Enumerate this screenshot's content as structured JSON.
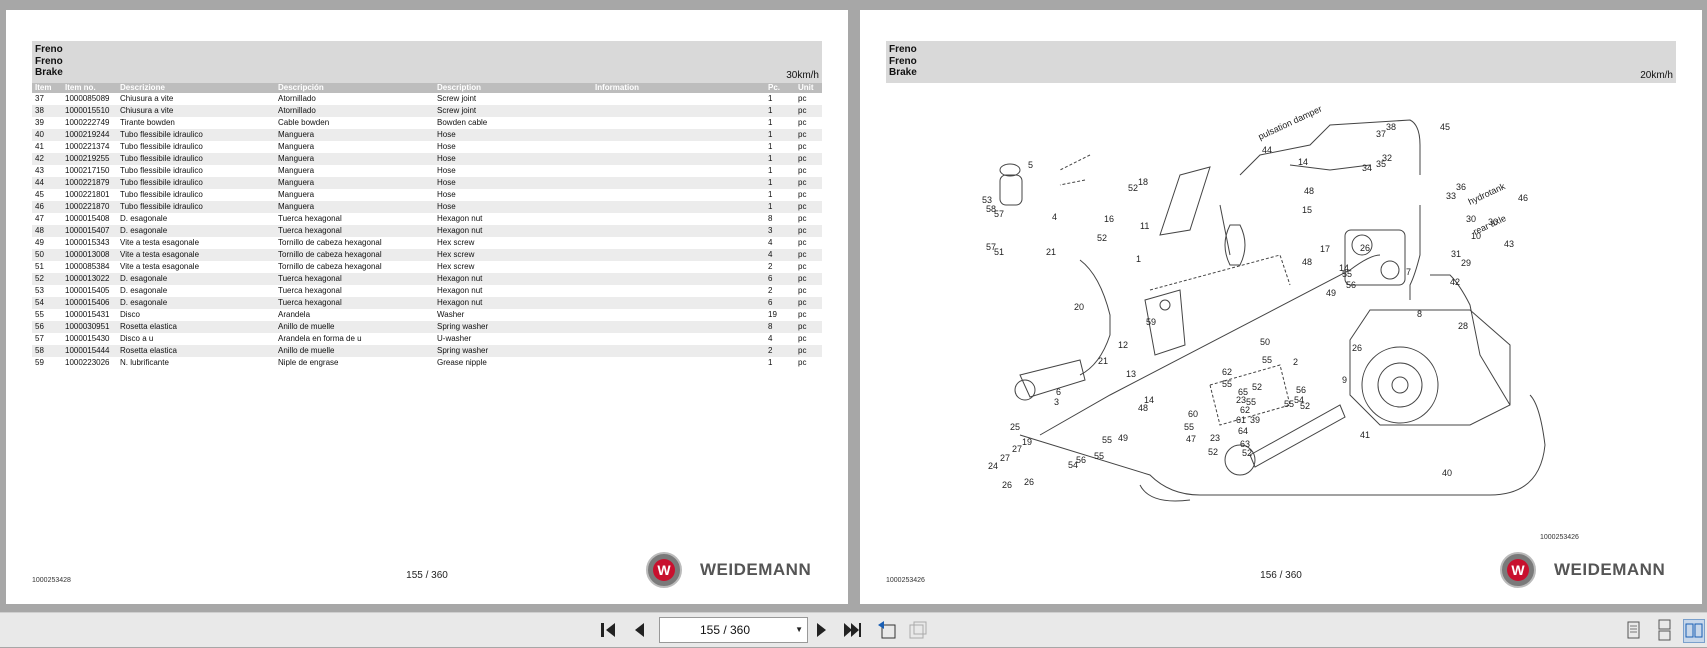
{
  "left_page": {
    "header": [
      "Freno",
      "Freno",
      "Brake"
    ],
    "speed": "30km/h",
    "columns": [
      "Item",
      "Item no.",
      "Descrizione",
      "Descripción",
      "Description",
      "Information",
      "Pc.",
      "Unit"
    ],
    "rows": [
      [
        "37",
        "1000085089",
        "Chiusura a vite",
        "Atornillado",
        "Screw joint",
        "",
        "1",
        "pc"
      ],
      [
        "38",
        "1000015510",
        "Chiusura a vite",
        "Atornillado",
        "Screw joint",
        "",
        "1",
        "pc"
      ],
      [
        "39",
        "1000222749",
        "Tirante bowden",
        "Cable bowden",
        "Bowden cable",
        "",
        "1",
        "pc"
      ],
      [
        "40",
        "1000219244",
        "Tubo flessibile idraulico",
        "Manguera",
        "Hose",
        "",
        "1",
        "pc"
      ],
      [
        "41",
        "1000221374",
        "Tubo flessibile idraulico",
        "Manguera",
        "Hose",
        "",
        "1",
        "pc"
      ],
      [
        "42",
        "1000219255",
        "Tubo flessibile idraulico",
        "Manguera",
        "Hose",
        "",
        "1",
        "pc"
      ],
      [
        "43",
        "1000217150",
        "Tubo flessibile idraulico",
        "Manguera",
        "Hose",
        "",
        "1",
        "pc"
      ],
      [
        "44",
        "1000221879",
        "Tubo flessibile idraulico",
        "Manguera",
        "Hose",
        "",
        "1",
        "pc"
      ],
      [
        "45",
        "1000221801",
        "Tubo flessibile idraulico",
        "Manguera",
        "Hose",
        "",
        "1",
        "pc"
      ],
      [
        "46",
        "1000221870",
        "Tubo flessibile idraulico",
        "Manguera",
        "Hose",
        "",
        "1",
        "pc"
      ],
      [
        "47",
        "1000015408",
        "D. esagonale",
        "Tuerca hexagonal",
        "Hexagon nut",
        "",
        "8",
        "pc"
      ],
      [
        "48",
        "1000015407",
        "D. esagonale",
        "Tuerca hexagonal",
        "Hexagon nut",
        "",
        "3",
        "pc"
      ],
      [
        "49",
        "1000015343",
        "Vite a testa esagonale",
        "Tornillo de cabeza hexagonal",
        "Hex screw",
        "",
        "4",
        "pc"
      ],
      [
        "50",
        "1000013008",
        "Vite a testa esagonale",
        "Tornillo de cabeza hexagonal",
        "Hex screw",
        "",
        "4",
        "pc"
      ],
      [
        "51",
        "1000085384",
        "Vite a testa esagonale",
        "Tornillo de cabeza hexagonal",
        "Hex screw",
        "",
        "2",
        "pc"
      ],
      [
        "52",
        "1000013022",
        "D. esagonale",
        "Tuerca hexagonal",
        "Hexagon nut",
        "",
        "6",
        "pc"
      ],
      [
        "53",
        "1000015405",
        "D. esagonale",
        "Tuerca hexagonal",
        "Hexagon nut",
        "",
        "2",
        "pc"
      ],
      [
        "54",
        "1000015406",
        "D. esagonale",
        "Tuerca hexagonal",
        "Hexagon nut",
        "",
        "6",
        "pc"
      ],
      [
        "55",
        "1000015431",
        "Disco",
        "Arandela",
        "Washer",
        "",
        "19",
        "pc"
      ],
      [
        "56",
        "1000030951",
        "Rosetta elastica",
        "Anillo de muelle",
        "Spring washer",
        "",
        "8",
        "pc"
      ],
      [
        "57",
        "1000015430",
        "Disco a u",
        "Arandela en forma de u",
        "U-washer",
        "",
        "4",
        "pc"
      ],
      [
        "58",
        "1000015444",
        "Rosetta elastica",
        "Anillo de muelle",
        "Spring washer",
        "",
        "2",
        "pc"
      ],
      [
        "59",
        "1000223026",
        "N. lubrificante",
        "Niple de engrase",
        "Grease nipple",
        "",
        "1",
        "pc"
      ]
    ],
    "doc_no": "1000253428",
    "page_num": "155 / 360",
    "logo_text": "WEIDEMANN"
  },
  "right_page": {
    "header": [
      "Freno",
      "Freno",
      "Brake"
    ],
    "speed": "20km/h",
    "diagram_doc_no": "1000253426",
    "doc_no": "1000253426",
    "page_num": "156 / 360",
    "logo_text": "WEIDEMANN",
    "callouts": [
      "5",
      "53",
      "58",
      "57",
      "4",
      "57",
      "51",
      "21",
      "52",
      "16",
      "52",
      "18",
      "11",
      "1",
      "59",
      "20",
      "12",
      "13",
      "6",
      "21",
      "3",
      "25",
      "27",
      "19",
      "24",
      "27",
      "26",
      "26",
      "54",
      "56",
      "55",
      "55",
      "49",
      "48",
      "14",
      "44",
      "38",
      "37",
      "45",
      "32",
      "34",
      "35",
      "14",
      "48",
      "15",
      "17",
      "48",
      "55",
      "56",
      "49",
      "14",
      "33",
      "36",
      "30",
      "10",
      "31",
      "29",
      "30",
      "43",
      "46",
      "26",
      "7",
      "42",
      "8",
      "28",
      "26",
      "50",
      "55",
      "2",
      "62",
      "52",
      "55",
      "65",
      "23",
      "55",
      "56",
      "54",
      "52",
      "62",
      "55",
      "60",
      "61",
      "64",
      "63",
      "23",
      "52",
      "52",
      "55",
      "47",
      "9",
      "41",
      "40",
      "39"
    ],
    "labels": {
      "pulsation_damper": "pulsation damper",
      "hydrotank": "hydrotank",
      "rear_axle": "rear axle"
    }
  },
  "toolbar": {
    "page_field": "155 / 360"
  }
}
